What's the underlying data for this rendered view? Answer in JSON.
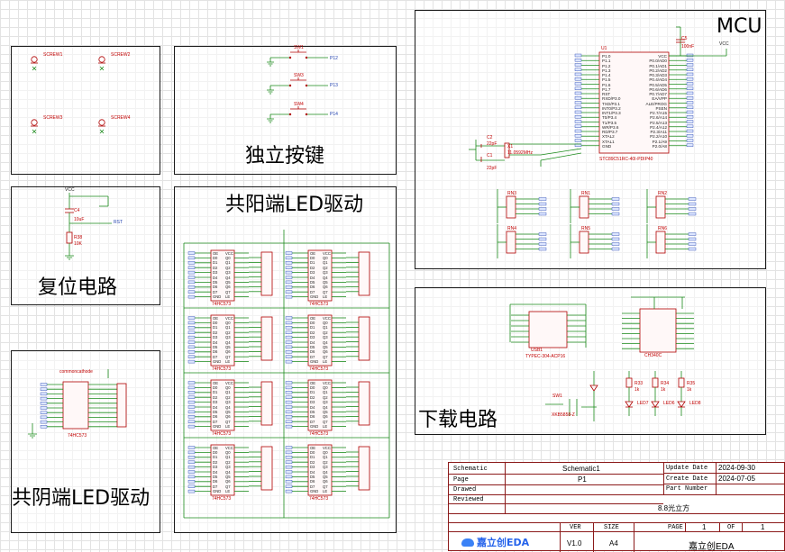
{
  "blocks": {
    "mcu": {
      "title": "MCU"
    },
    "buttons": {
      "title": "独立按键"
    },
    "reset": {
      "title": "复位电路"
    },
    "common_anode": {
      "title": "共阳端LED驱动"
    },
    "common_cathode": {
      "title": "共阴端LED驱动"
    },
    "download": {
      "title": "下载电路"
    }
  },
  "screws": [
    "SCREW1",
    "SCREW2",
    "SCREW3",
    "SCREW4"
  ],
  "switches": [
    "SW1",
    "SW3",
    "SW4"
  ],
  "switch_nets": [
    "P12",
    "P13",
    "P14"
  ],
  "mcu_chip": {
    "ref": "U1",
    "part": "STC89C51RC-40I-PDIP40",
    "left_pins": [
      "P1.0",
      "P1.1",
      "P1.2",
      "P1.3",
      "P1.4",
      "P1.5",
      "P1.6",
      "P1.7",
      "RST",
      "RXD/P3.0",
      "TXD/P3.1",
      "INT0/P3.2",
      "INT1/P3.3",
      "T0/P3.4",
      "T1/P3.5",
      "WR/P3.6",
      "RD/P3.7",
      "XTAL2",
      "XTAL1",
      "GND"
    ],
    "right_pins": [
      "VCC",
      "P0.0/AD0",
      "P0.1/AD1",
      "P0.2/AD2",
      "P0.3/AD3",
      "P0.4/AD4",
      "P0.5/AD5",
      "P0.6/AD6",
      "P0.7/AD7",
      "EA/VPP",
      "ALE/PROG",
      "PSEN",
      "P2.7/A15",
      "P2.6/A14",
      "P2.5/A13",
      "P2.4/A12",
      "P2.3/A11",
      "P2.2/A10",
      "P2.1/A9",
      "P2.0/A8"
    ],
    "cap": "C5",
    "cap_value": "100nF",
    "vcc": "VCC",
    "crystal": "X1",
    "crystal_freq": "11.0592MHz",
    "c1": "C1",
    "c1_value": "22pF",
    "c2": "C2",
    "c2_value": "22pF"
  },
  "resnets": [
    "RN3",
    "RN1",
    "RN2",
    "RN4",
    "RN5",
    "RN6"
  ],
  "reset_circuit": {
    "vcc": "VCC",
    "cap": "C4",
    "cap_value": "10uF",
    "res": "R38",
    "res_value": "10K",
    "net": "RST"
  },
  "latch_part": "74HC573",
  "latch_pins_left": [
    "OE",
    "D0",
    "D1",
    "D2",
    "D3",
    "D4",
    "D5",
    "D6",
    "D7",
    "GND"
  ],
  "latch_pins_right": [
    "VCC",
    "Q0",
    "Q1",
    "Q2",
    "Q3",
    "Q4",
    "Q5",
    "Q6",
    "Q7",
    "LE"
  ],
  "cathode_label": "commoncathode",
  "title_block": {
    "schematic_label": "Schematic",
    "schematic_value": "Schematic1",
    "page_label": "Page",
    "page_value": "P1",
    "drawed_label": "Drawed",
    "reviewed_label": "Reviewed",
    "project": "8.8光立方",
    "update_label": "Update Date",
    "update_value": "2024-09-30",
    "create_label": "Create Date",
    "create_value": "2024-07-05",
    "part_label": "Part Number",
    "ver_label": "VER",
    "ver_value": "V1.0",
    "size_label": "SIZE",
    "size_value": "A4",
    "pages_label": "PAGE",
    "pages_value": "1",
    "of_label": "OF",
    "of_value": "1",
    "company": "嘉立创EDA",
    "logo": "嘉立创EDA"
  },
  "download_circuit": {
    "usb": "USB1",
    "usb_part": "TYPEC-304-ACP16",
    "ch340": "CH340C",
    "leds": [
      "LED7",
      "LED6",
      "LED8"
    ],
    "resistors": [
      "R33",
      "R34",
      "R35"
    ],
    "res_value": "1k",
    "sw": "SW1",
    "sw_part": "XKB5858-Z"
  }
}
